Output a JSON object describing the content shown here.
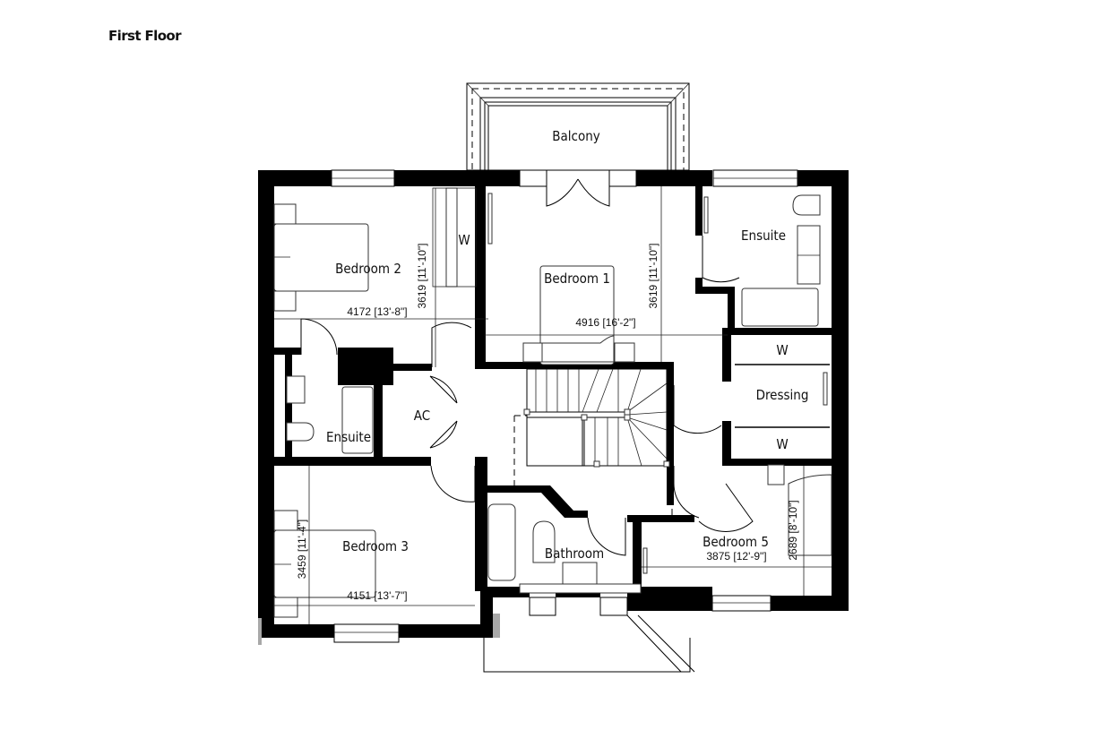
{
  "title": "First Floor",
  "rooms": {
    "balcony": {
      "label": "Balcony"
    },
    "bedroom1": {
      "label": "Bedroom  1",
      "width": "4916 [16'-2\"]",
      "depth": "3619 [11'-10\"]"
    },
    "bedroom2": {
      "label": "Bedroom  2",
      "width": "4172 [13'-8\"]",
      "depth": "3619 [11'-10\"]"
    },
    "bedroom3": {
      "label": "Bedroom  3",
      "width": "4151 [13'-7\"]",
      "depth": "3459 [11'-4\"]"
    },
    "bedroom5": {
      "label": "Bedroom  5",
      "width": "3875 [12'-9\"]",
      "depth": "2689 [8'-10\"]"
    },
    "ensuite_main": {
      "label": "Ensuite"
    },
    "ensuite_bed2": {
      "label": "Ensuite"
    },
    "dressing": {
      "label": "Dressing"
    },
    "bathroom": {
      "label": "Bathroom"
    },
    "airing_cupboard": {
      "label": "AC"
    },
    "wardrobe_bed2": {
      "label": "W"
    },
    "wardrobe_dressing_top": {
      "label": "W"
    },
    "wardrobe_dressing_bottom": {
      "label": "W"
    }
  }
}
